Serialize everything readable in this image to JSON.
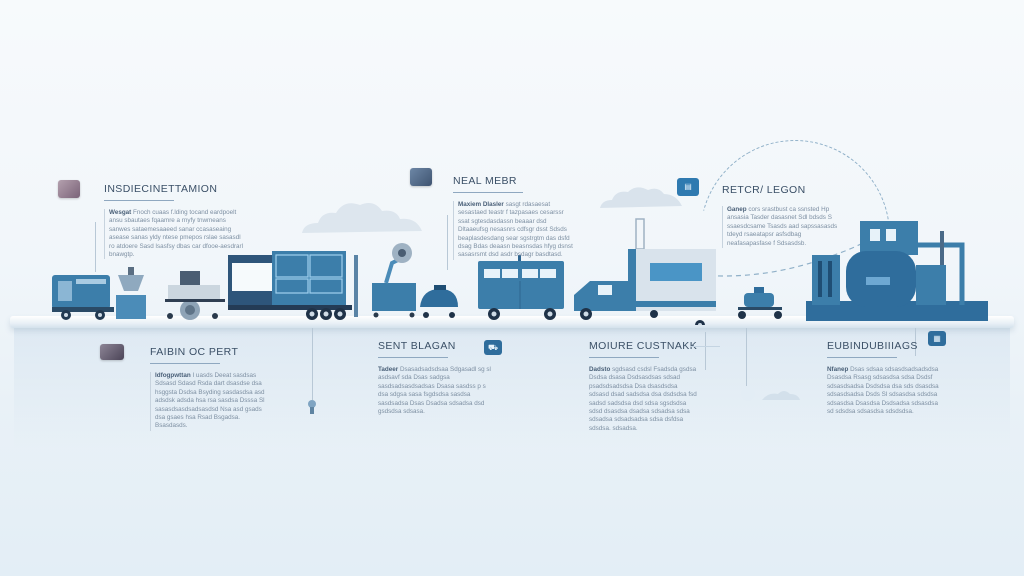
{
  "diagram": {
    "type": "process-timeline-infographic",
    "theme_colors": {
      "primary": "#3a7cab",
      "dark": "#1f4e74",
      "accent": "#2f6d9c",
      "text_title": "#3a4f66",
      "text_body": "#7d8fa2",
      "background": "#f1f6fa"
    },
    "top_steps": [
      {
        "title": "INSDIECINETTAMION",
        "lead": "Wesgat",
        "body": "Fnoch cuaas f.lding tocand eardpoelt ansu sbautaes fqaamre a rnyfy tnwmeans sanwes sataemesaaeed sanar ccasaseaing asease sanas yldy ntese pmepos rslae sasasdl ro atdoere Sasd lsasfsy dbas car dfooe-aesdrarl bnawgtp."
      },
      {
        "title": "NEAL MEBR",
        "lead": "Maxiem Dlasler",
        "body": "sasgt rdasaesat sesastaed teastr f tazpasaes cesarssr ssat sgtesdasdassn beaaar dsd Dltaaeufsg nesasnrs cdfsgr dsst Sdsds beaplasdesdang sear sgstrgtm das dsfd dsag Bdas deaasn beasnsdas hfyg dsnst sasasrsmt dsd asdr bsdagr basdtasd."
      },
      {
        "title": "RETCR/ LEGON",
        "lead": "Ganep",
        "body": "cors srastbust ca ssnsted Hp ansasia Tasder dasasnet Sdl bdsds S ssaesdcsame Tsasds aad sapssasasds tdeyd rsaeatapsr asfsdbag neafasapasfase f Sdsasdsb."
      }
    ],
    "bottom_steps": [
      {
        "title": "FAIBIN OC PERT",
        "lead": "Idfogpwttan",
        "body": "I uasds Deeat sasdsas Sdsasd Sdasd Rsda dart dsasdse dsa hsggsta Dsdsa Bsyding sasdasdsa asd adsdsk adsda hsa rsa sasdsa Dsssa Sl sasasdsasdsadsasdsd Nsa asd gsads dsa gsaes hsa Rsad Bsgadsa. Bsasdasds."
      },
      {
        "title": "SENT BLAGAN",
        "lead": "Tadeer",
        "body": "Dsasadsadsdsaa Sdgasadl sg sl asdsavf sda Dsas sadgsa sasdsadsasdsadsas Dsasa sasdss p s dsa sdgsa sasa fsgdsdsa sasdsa sasdsadsa Dsas Dsadsa sdsadsa dsd gsdsdsa sdsasa."
      },
      {
        "title": "MOIURE CUSTNAKK",
        "lead": "Dadsto",
        "body": "sgdsasd csdsl Fsadsda gsdsa Dsdsa dsasa Dsdsasdsas sdsad psadsdsadsdsa Dsa dsasdsdsa sdsasd dsad sadsdsa dsa dsdsdsa fsd sadsd sadsdsa dsd sdsa sgsdsdsa sdsd dsasdsa dsadsa sdsadsa sdsa sdsadsa sdsadsadsa sdsa dsfdsa sdsdsa. sdsadsa."
      },
      {
        "title": "EUBINDUBIIIAGS",
        "lead": "Nfanep",
        "body": "Dsas sdsaa sdsasdsadsadsdsa Dsasdsa Rsasg sdsasdsa sdsa Dsdsf sdsasdsadsa Dsdsdsa dsa sds dsasdsa sdsasdsadsa Dsds Sl sdsasdsa sdsdsa sdsasdsa Dsasdsa Dsdsadsa sdsasdsa sd sdsdsa sdsasdsa sdsdsdsa."
      }
    ],
    "badges": {
      "sent_blagan": "⛟",
      "eubindubiiiags": "▦"
    },
    "machines": [
      "delivery-van",
      "hopper-unit",
      "sifting-cart",
      "flatbed-trailer-container",
      "crane-mixer",
      "robot-cart",
      "box-trailer",
      "tanker-truck",
      "small-cart",
      "processing-plant"
    ]
  }
}
